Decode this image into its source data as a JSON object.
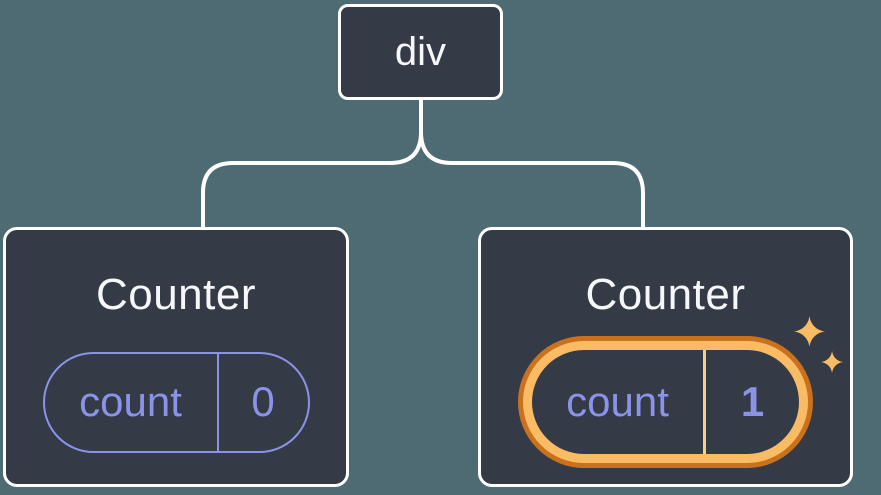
{
  "diagram": {
    "root": {
      "label": "div"
    },
    "children": [
      {
        "title": "Counter",
        "state": {
          "label": "count",
          "value": "0"
        },
        "highlighted": false
      },
      {
        "title": "Counter",
        "state": {
          "label": "count",
          "value": "1"
        },
        "highlighted": true
      }
    ]
  },
  "colors": {
    "background": "#4e6a73",
    "node_background": "#343a46",
    "node_border": "#ffffff",
    "connector": "#ffffff",
    "text_primary": "#f6f7f9",
    "state_accent": "#8b93e8",
    "highlight_outer": "#c9711d",
    "highlight_inner": "#f9bc64",
    "highlight_divider": "#fbcd88"
  }
}
